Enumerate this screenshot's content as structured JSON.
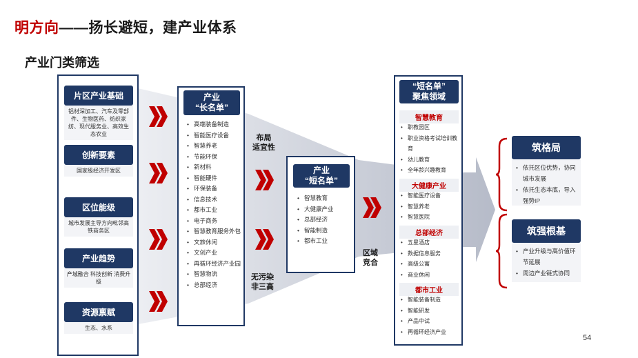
{
  "header": {
    "title_red": "明方向",
    "title_rest": "——扬长避短，建产业体系",
    "subtitle": "产业门类筛选"
  },
  "col1": {
    "sections": [
      {
        "title": "片区产业基础",
        "desc": "铝材深加工、汽车及零部件、生物医药、纺织家纺、现代服务业、高效生态农业"
      },
      {
        "title": "创新要素",
        "desc": "国家级经济开发区"
      },
      {
        "title": "区位能级",
        "desc": "城市发展主导方向毗邻高铁商务区"
      },
      {
        "title": "产业趋势",
        "desc": "产城融合 科技创新 消费升级"
      },
      {
        "title": "资源禀赋",
        "desc": "生态、水系"
      }
    ]
  },
  "col2": {
    "head_line1": "产业",
    "head_line2": "“长名单”",
    "items": [
      "高端装备制造",
      "智能医疗设备",
      "智慧养老",
      "节能环保",
      "新材料",
      "智能硬件",
      "环保装备",
      "信息技术",
      "都市工业",
      "电子商务",
      "智慧教育服务外包",
      "文旅休闲",
      "文创产业",
      "再循环经济产业园",
      "智慧物流",
      "总部经济"
    ]
  },
  "col3": {
    "head_line1": "产业",
    "head_line2": "“短名单”",
    "items": [
      "智慧教育",
      "大健康产业",
      "总部经济",
      "智能制造",
      "都市工业"
    ]
  },
  "col4": {
    "head_line1": "“短名单”",
    "head_line2": "聚焦领域",
    "groups": [
      {
        "title": "智慧教育",
        "items": [
          "职教园区",
          "职业资格考试培训教育",
          "幼儿教育",
          "全年龄兴趣教育"
        ]
      },
      {
        "title": "大健康产业",
        "items": [
          "智能医疗设备",
          "智慧养老",
          "智慧医院"
        ]
      },
      {
        "title": "总部经济",
        "items": [
          "五星酒店",
          "数据信息服务",
          "高级公寓",
          "商业休闲"
        ]
      },
      {
        "title": "都市工业",
        "items": [
          "智能装备制造",
          "智能研发",
          "产品中试",
          "再循环经济产业"
        ]
      }
    ]
  },
  "right": {
    "box1": {
      "title": "筑格局",
      "items": [
        "依托区位优势，协同城市发展",
        "依托生态本底，导入强势IP"
      ]
    },
    "box2": {
      "title": "筑强根基",
      "items": [
        "产业升级与高价值环节延展",
        "周边产业链式协同"
      ]
    }
  },
  "labels": {
    "label1_line1": "布局",
    "label1_line2": "适宜性",
    "label2_line1": "无污染",
    "label2_line2": "非三高",
    "label3_line1": "区域",
    "label3_line2": "竞合"
  },
  "page_number": "54",
  "colors": {
    "navy": "#1f3864",
    "red": "#c00000",
    "funnel": "#c5cad6"
  }
}
